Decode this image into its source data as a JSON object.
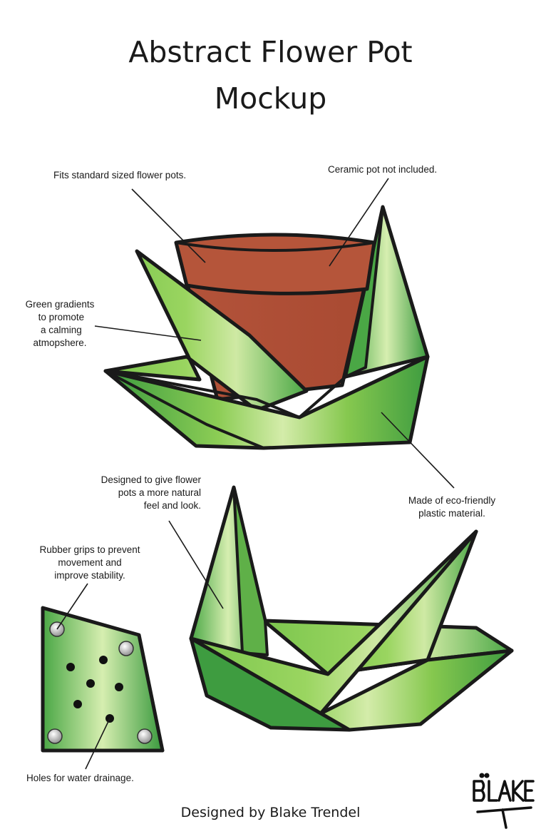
{
  "title_line1": "Abstract Flower Pot",
  "title_line2": "Mockup",
  "annotations": {
    "fits_pots": "Fits standard sized flower pots.",
    "ceramic": "Ceramic pot not included.",
    "gradients": "Green gradients\n to promote\n a calming\natmopshere.",
    "natural": "Designed to give flower\npots a more natural\nfeel and look.",
    "eco": "Made of eco-friendly\nplastic material.",
    "grips": "Rubber grips to prevent\nmovement and\nimprove stability.",
    "holes": "Holes for water drainage."
  },
  "credit": "Designed by Blake Trendel",
  "signature": "BLAKE T",
  "colors": {
    "pot": "#b4553a",
    "pot_dark": "#8f3e28",
    "green_dark": "#3a9a3e",
    "green_mid": "#8ccd55",
    "green_light": "#cfe9a4",
    "outline": "#1a1a1a"
  }
}
